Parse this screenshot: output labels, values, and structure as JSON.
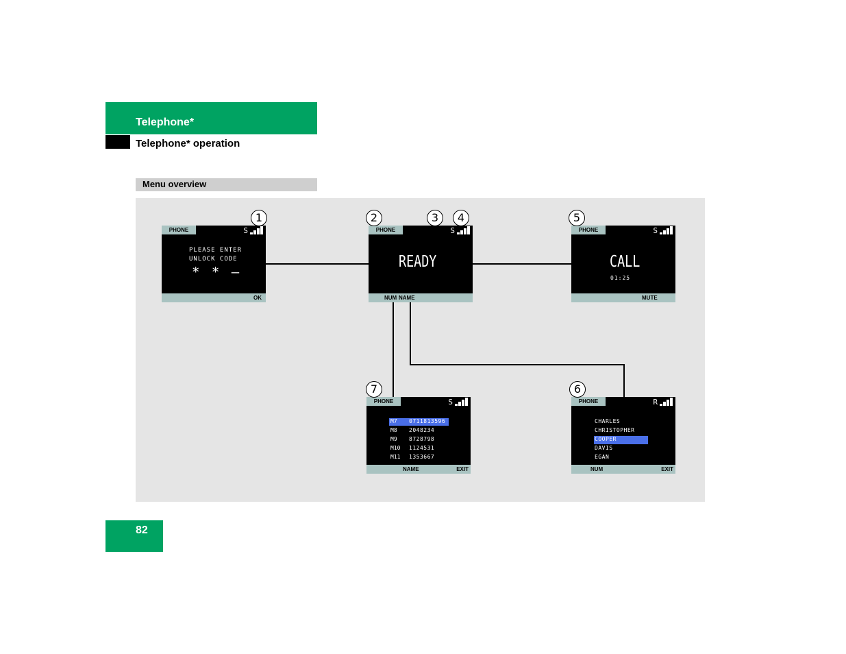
{
  "header": {
    "title": "Telephone*",
    "subtitle": "Telephone* operation"
  },
  "section_label": "Menu overview",
  "callouts": [
    "1",
    "2",
    "3",
    "4",
    "5",
    "6",
    "7"
  ],
  "screens": {
    "unlock": {
      "tab": "PHONE",
      "sig_char": "S",
      "line1": "PLEASE ENTER",
      "line2": "UNLOCK CODE",
      "code": "* * –",
      "foot_right": "OK"
    },
    "ready": {
      "tab": "PHONE",
      "sig_char": "S",
      "main": "READY",
      "foot_num": "NUM",
      "foot_name": "NAME"
    },
    "call": {
      "tab": "PHONE",
      "sig_char": "S",
      "main": "CALL",
      "time": "01:25",
      "foot_right": "MUTE"
    },
    "numbers": {
      "tab": "PHONE",
      "sig_char": "S",
      "rows": [
        {
          "mem": "M7",
          "num": "0711813596"
        },
        {
          "mem": "M8",
          "num": "2048234"
        },
        {
          "mem": "M9",
          "num": "8728798"
        },
        {
          "mem": "M10",
          "num": "1124531"
        },
        {
          "mem": "M11",
          "num": "1353667"
        }
      ],
      "foot_mid": "NAME",
      "foot_right": "EXIT"
    },
    "names": {
      "tab": "PHONE",
      "sig_char": "R",
      "names": [
        "CHARLES",
        "CHRISTOPHER",
        "COOPER",
        "DAVIS",
        "EGAN"
      ],
      "foot_mid": "NUM",
      "foot_right": "EXIT"
    }
  },
  "page_number": "82",
  "colors": {
    "brand_green": "#00a362",
    "panel_gray": "#e5e5e5",
    "menu_bar": "#cfcfcf",
    "highlight": "#4a6fe8",
    "tab": "#a9c3c1"
  }
}
